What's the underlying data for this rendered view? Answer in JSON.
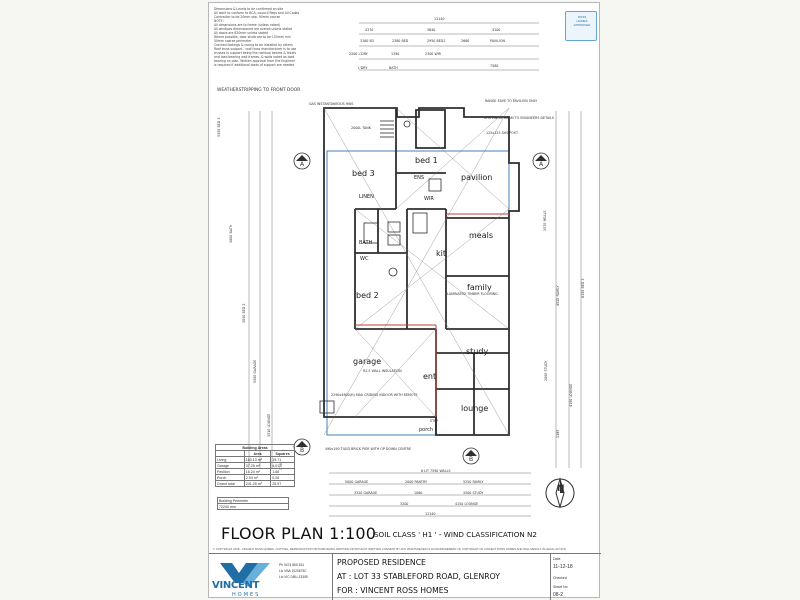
{
  "notes": [
    "Dimensions & Levels to be confirmed on site",
    "All work to conform to BCA, council Regs and All Codes",
    "Contractor to be 20mm sep. 90mm course",
    "NOTE:",
    "All dimensions are to frame (unless noted)",
    "All windows dimensioned are overall unless stated",
    "All doors are 820mm unless stated",
    "Where possible, door studs are to be 150mm min",
    "50mm coarse perimeter",
    "Cracked footings & coring to be installed by others",
    "Roof truss support - roof truss manufacturer is to use",
    "trusses in support being the nominal beams & lintels",
    "and load bearing wall frames. & walls noted as load",
    "bearing on plan. Written approval from the Engineer",
    "is required if additional loads of support are needed"
  ],
  "front_labels": {
    "weatherstripping": "WEATHERSTRIPPING TO FRONT DOOR",
    "gas_hws": "GAS INSTANTANEOUS HWS",
    "rain_tank": "2000L TANK",
    "eave_note": "RANGE EAVE TO PAVILION ONLY",
    "lintel_note": "RHS LINTEL BEAM TO ENGINEERS DETAILS",
    "post_note": "125x125 SHS POST"
  },
  "top_dims": {
    "overall": "12140",
    "left_top": "4370",
    "mid_top": "3640",
    "right_top": "4100",
    "pavilion": "PAVILION",
    "row2a": "3180 B3",
    "row2b": "2380 BED",
    "row2c": "2950 BED1",
    "row2d": "2660",
    "row3a": "2500 L'DRY",
    "row3b": "1390",
    "row3c": "2300 WIR",
    "row3d": "7580",
    "l_dry": "L'DRY",
    "bath": "BATH"
  },
  "rooms": {
    "bed3": "bed 3",
    "bed1": "bed 1",
    "pavilion": "pavilion",
    "meals": "meals",
    "kit": "kit",
    "family": "family",
    "bed2": "bed 2",
    "garage": "garage",
    "study": "study",
    "ent": "ent",
    "lounge": "lounge",
    "linen": "LINEN",
    "bath": "BATH",
    "wc": "WC",
    "ens": "ENS",
    "wir": "WIR",
    "porch": "porch"
  },
  "plan_notes": {
    "laminated_floor": "LAMINATED TIMBER FLOORING",
    "r25_wall": "R2.5 WALL INSULATION",
    "garage_door": "2290x4800(H) MAX CRIDING INDOOR WITH REMOTE",
    "tiled_pier": "490x190 TILED BRICK PIER WITH OP DOWN CENTRE",
    "porch_step": "STEP"
  },
  "side_dims": {
    "left_labels": [
      "5350 BED 3",
      "1800 BATH",
      "3050 BED 2",
      "5500 GARAGE",
      "3510 LOUNGE",
      "1760"
    ],
    "right_labels": [
      "3570 MEALS",
      "4520 FAMILY",
      "4190 LOUNGE",
      "1385",
      "2000 STUDY",
      "8150 BED 3"
    ],
    "markers": [
      "A",
      "B",
      "A",
      "B"
    ]
  },
  "bottom_dims": {
    "row1": "6 LIT 7590 WALLS",
    "row2a": "5000 GARAGE",
    "row2b": "2000 PANTRY",
    "row2c": "5250 FAMILY",
    "row3a": "3320 GARAGE",
    "row3b": "1060",
    "row3c": "3500 STUDY",
    "row4a": "3200",
    "row4b": "4150 LOUNGE",
    "row5": "12140"
  },
  "title": {
    "floor_plan": "FLOOR PLAN  1:100",
    "soil_class": "SOIL CLASS ' H1 ' - WIND CLASSIFICATION N2"
  },
  "building_areas": {
    "heading": "Building Areas",
    "columns": [
      "",
      "Area",
      "Squares"
    ],
    "rows": [
      [
        "Living",
        "183.13 m²",
        "19.71"
      ],
      [
        "Garage",
        "37.25 m²",
        "4.01"
      ],
      [
        "Pavilion",
        "16.24 m²",
        "1.68"
      ],
      [
        "Porch",
        "2.94 m²",
        "0.26"
      ],
      [
        "Grand total",
        "241.25 m²",
        "25.97"
      ]
    ]
  },
  "building_perimeter": {
    "heading": "Building Perimeter",
    "value": "72240 mm"
  },
  "copyright": "© COPYRIGHT 2018 - VINCENT ROSS HOMES. COPYING, REPRODUCTION OR PUBLISHING WRITTEN OR WITHOUT WRITTEN CONSENT BY ANY WHATSOEVER IS AN INFRINGEMENT OF COPYRIGHT OF VINCENT ROSS HOMES AND WILL RESULT IN LEGAL ACTION",
  "title_block": {
    "brand_word": "VINCENT",
    "brand_sub": "HOMES",
    "phone": "Ph 0474 865 531",
    "lic1": "Lic VBA 1020675C",
    "lic2": "Lic VIC DBU-13395",
    "project": "PROPOSED RESIDENCE",
    "address": "AT : LOT 33 STABLEFORD ROAD, GLENROY",
    "client": "FOR : VINCENT ROSS HOMES",
    "date_label": "Date",
    "date": "11-12-18",
    "checked_label": "Checked",
    "sheet_label": "Sheet No",
    "sheet_no": "08-2"
  },
  "stamp": {
    "line1": "ROSS",
    "line2": "HOMES",
    "line3": "APPROVED"
  },
  "north_label": "N",
  "colors": {
    "wall": "#2f2f2f",
    "grid": "#777777",
    "blue": "#3c78b8",
    "red": "#c53b3b"
  }
}
